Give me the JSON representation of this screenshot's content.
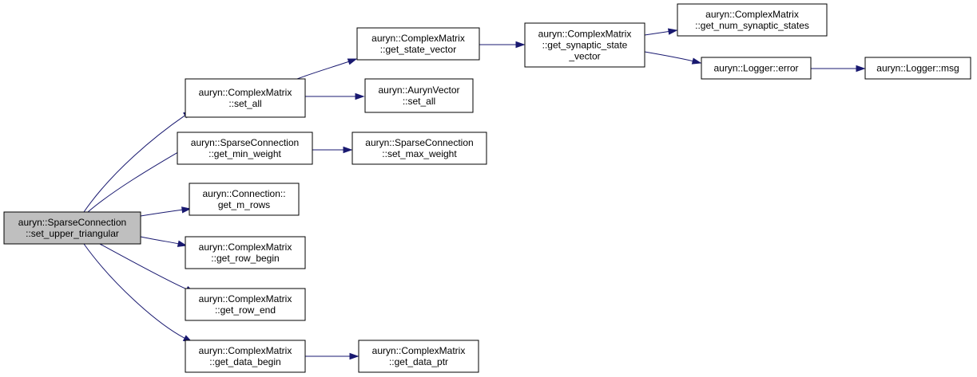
{
  "nodes": {
    "set_upper_triangular": [
      "auryn::SparseConnection",
      "::set_upper_triangular"
    ],
    "cm_set_all": [
      "auryn::ComplexMatrix",
      "::set_all"
    ],
    "sc_get_min_weight": [
      "auryn::SparseConnection",
      "::get_min_weight"
    ],
    "conn_get_m_rows": [
      "auryn::Connection::",
      "get_m_rows"
    ],
    "cm_get_row_begin": [
      "auryn::ComplexMatrix",
      "::get_row_begin"
    ],
    "cm_get_row_end": [
      "auryn::ComplexMatrix",
      "::get_row_end"
    ],
    "cm_get_data_begin": [
      "auryn::ComplexMatrix",
      "::get_data_begin"
    ],
    "cm_get_state_vector": [
      "auryn::ComplexMatrix",
      "::get_state_vector"
    ],
    "av_set_all": [
      "auryn::AurynVector",
      "::set_all"
    ],
    "sc_set_max_weight": [
      "auryn::SparseConnection",
      "::set_max_weight"
    ],
    "cm_get_data_ptr": [
      "auryn::ComplexMatrix",
      "::get_data_ptr"
    ],
    "cm_get_synaptic_state_vector": [
      "auryn::ComplexMatrix",
      "::get_synaptic_state",
      "_vector"
    ],
    "cm_get_num_synaptic_states": [
      "auryn::ComplexMatrix",
      "::get_num_synaptic_states"
    ],
    "logger_error": [
      "auryn::Logger::error"
    ],
    "logger_msg": [
      "auryn::Logger::msg"
    ]
  },
  "edges": [
    [
      "set_upper_triangular",
      "cm_set_all"
    ],
    [
      "set_upper_triangular",
      "sc_get_min_weight"
    ],
    [
      "set_upper_triangular",
      "conn_get_m_rows"
    ],
    [
      "set_upper_triangular",
      "cm_get_row_begin"
    ],
    [
      "set_upper_triangular",
      "cm_get_row_end"
    ],
    [
      "set_upper_triangular",
      "cm_get_data_begin"
    ],
    [
      "cm_set_all",
      "cm_get_state_vector"
    ],
    [
      "cm_set_all",
      "av_set_all"
    ],
    [
      "sc_get_min_weight",
      "sc_set_max_weight"
    ],
    [
      "cm_get_data_begin",
      "cm_get_data_ptr"
    ],
    [
      "cm_get_state_vector",
      "cm_get_synaptic_state_vector"
    ],
    [
      "cm_get_synaptic_state_vector",
      "cm_get_num_synaptic_states"
    ],
    [
      "cm_get_synaptic_state_vector",
      "logger_error"
    ],
    [
      "logger_error",
      "logger_msg"
    ]
  ],
  "colors": {
    "edge": "#191970",
    "root_fill": "#bfbfbf",
    "node_fill": "#ffffff"
  }
}
